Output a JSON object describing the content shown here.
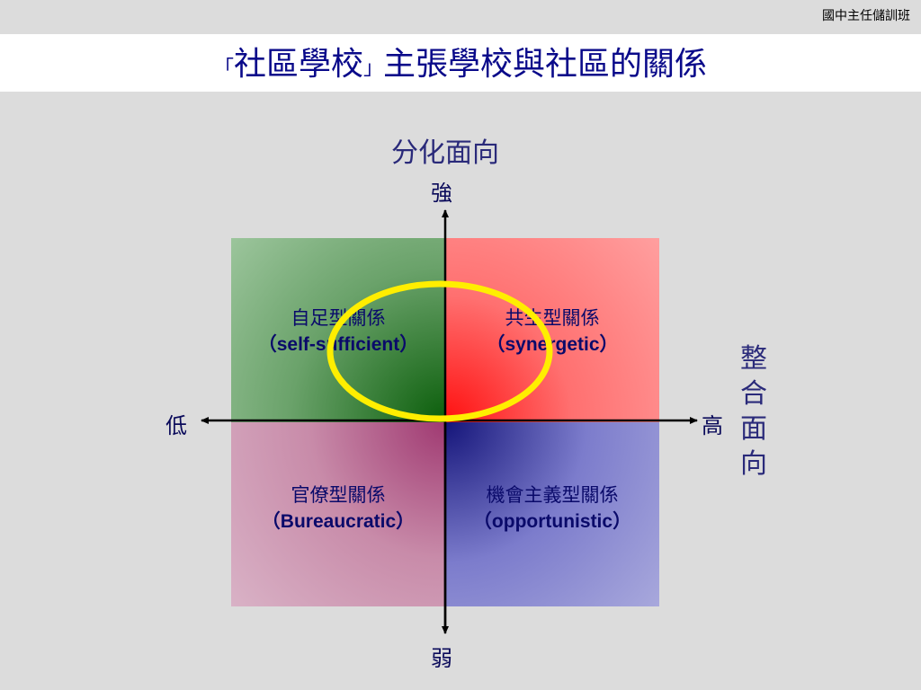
{
  "header": {
    "org": "國中主任儲訓班",
    "title_open": "「",
    "title_main": "社區學校",
    "title_close": "」",
    "title_rest": "主張學校與社區的關係"
  },
  "axes": {
    "vertical_title": "分化面向",
    "vertical_top": "強",
    "vertical_bottom": "弱",
    "horizontal_title": [
      "整",
      "合",
      "面",
      "向"
    ],
    "horizontal_left": "低",
    "horizontal_right": "高"
  },
  "quadrants": {
    "top_left": {
      "zh": "自足型關係",
      "en": "（self-sufficient）"
    },
    "top_right": {
      "zh": "共生型關係",
      "en": "（synergetic）"
    },
    "bottom_left": {
      "zh": "官僚型關係",
      "en": "（Bureaucratic）"
    },
    "bottom_right": {
      "zh": "機會主義型關係",
      "en": "（opportunistic）"
    }
  },
  "colors": {
    "title": "#0a0a8a",
    "highlight_ellipse": "#ffee00",
    "quadrant_top_left": "#0b5e0b",
    "quadrant_top_right": "#ff1010",
    "quadrant_bottom_left": "#a03a72",
    "quadrant_bottom_right": "#15157a"
  }
}
